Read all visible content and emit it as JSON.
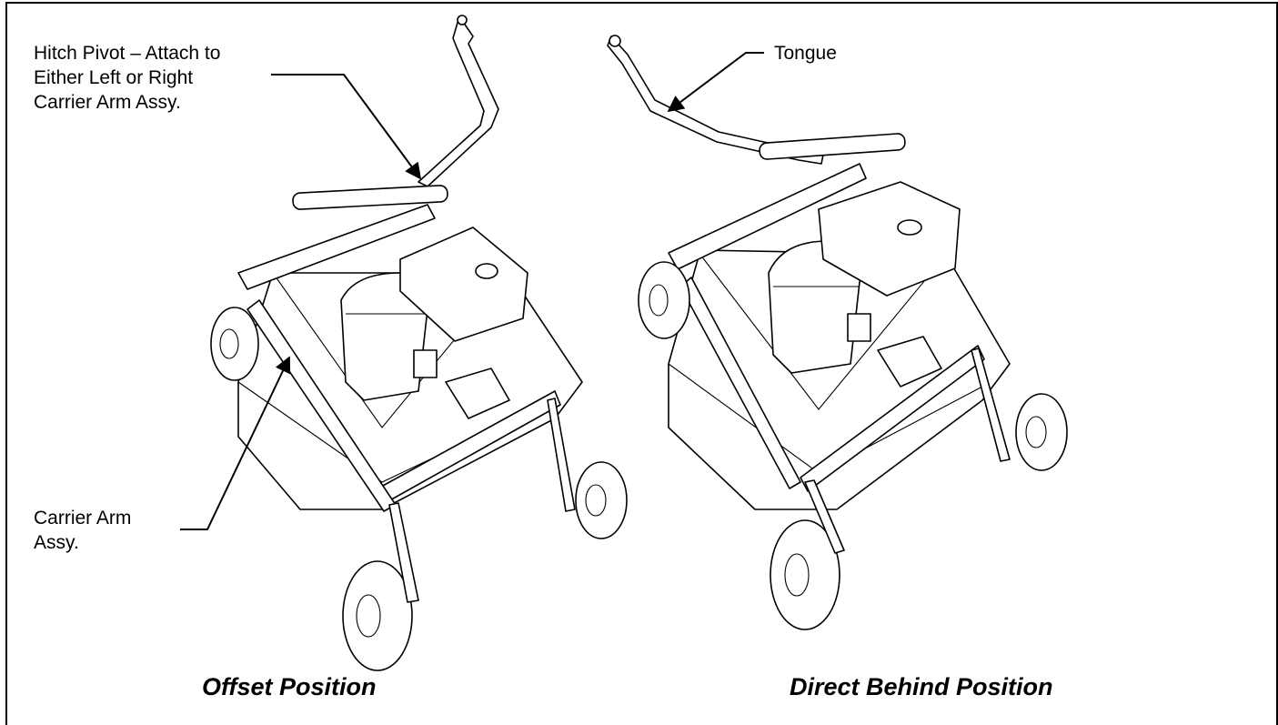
{
  "labels": {
    "hitch_pivot": [
      "Hitch Pivot – Attach to",
      "Either Left or Right",
      "Carrier Arm Assy."
    ],
    "carrier_arm": [
      "Carrier Arm",
      "Assy."
    ],
    "tongue": "Tongue"
  },
  "captions": {
    "offset": "Offset Position",
    "direct_behind": "Direct Behind Position"
  }
}
